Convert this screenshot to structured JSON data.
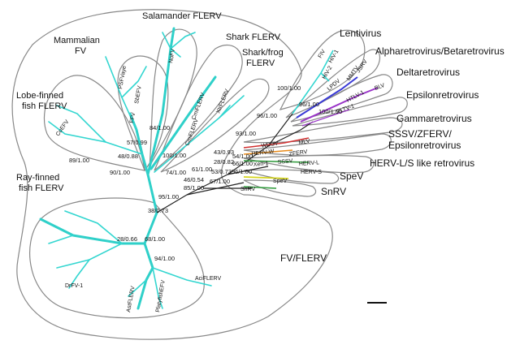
{
  "clade_labels": {
    "salamander": "Salamander FLERV",
    "mammalian_1": "Mammalian",
    "mammalian_2": "FV",
    "shark": "Shark FLERV",
    "shark_frog_1": "Shark/frog",
    "shark_frog_2": "FLERV",
    "lobe_1": "Lobe-finned",
    "lobe_2": "fish FLERV",
    "ray_1": "Ray-finned",
    "ray_2": "fish FLERV",
    "fv_flerv": "FV/FLERV",
    "lentivirus": "Lentivirus",
    "alpharetro": "Alpharetrovirus/Betaretrovirus",
    "deltaretro": "Deltaretrovirus",
    "epsilonretro": "Epsilonretrovirus",
    "gammaretro": "Gammaretrovirus",
    "sssv_1": "SSSV/ZFERV/",
    "sssv_2": "Epsilonretrovirus",
    "herv_ls": "HERV-L/S like retrovirus",
    "spev": "SpeV",
    "snrv": "SnRV"
  },
  "bootstrap": {
    "b84": "84/1.00",
    "b57": "57/0.99",
    "b48": "48/0.88",
    "b89": "89/1.00",
    "b90": "90/1.00",
    "b100a": "100/1.00",
    "b74": "74/1.00",
    "b38": "38/0.73",
    "b95": "95/1.00",
    "b28a": "28/0.66",
    "b68": "68/1.00",
    "b94": "94/1.00",
    "b100b": "100/1.00",
    "b96a": "96/1.00",
    "b96b": "96/1.00",
    "b100c": "100/1.00",
    "b93": "93/1.00",
    "b43": "43/0.93",
    "b28b": "28/0.82",
    "b61": "61/1.00",
    "b53": "53/0.73",
    "b46": "46/0.54",
    "b85": "85/1.00",
    "b67": "67/1.00",
    "b96c": "96/1.00",
    "b54": "54/1.00",
    "b66": "66/1.00"
  },
  "leaves": {
    "nofv": "NoFV",
    "psfv": "PSFVaye",
    "sbefv": "SbEFV",
    "ffv": "FFV",
    "coefv": "CoEFV",
    "cmifv": "CmiFLERV",
    "xtrflerv": "XtrFLERV",
    "cmi2": "CmiFLERV",
    "drfv": "DrFV-1",
    "aci": "AciFLERV",
    "astflerv": "AstFLERV",
    "platyfish": "PlatyfishEFV",
    "fiv": "FIV",
    "hiv1": "HIV-1",
    "hiv2": "HIV-2",
    "mmtv": "MMTV",
    "jsrv": "JSRV",
    "lpdv": "LPDV",
    "htlv": "HTLV-1",
    "blv": "BLV",
    "pltv": "PLTV-1",
    "wdsv": "WDSV",
    "mlv": "MLV",
    "hervw": "HERV-W",
    "zferv": "ZFERV",
    "sssv": "SSSV",
    "xen": "Xen-1",
    "hervl": "HERV-L",
    "hervs": "HERV-S",
    "spev_leaf": "SpeV",
    "snrv_leaf": "SnRV"
  },
  "colors": {
    "flerv_branch": "#33d6d0",
    "backbone": "#222222",
    "hull": "#888888",
    "lenti": "#33d6d0",
    "alpha": "#3a3ad6",
    "delta": "#9a35c8",
    "gamma": "#d23030",
    "sssv": "#e88a1a",
    "herv": "#2e9a3a",
    "spev": "#d6d61f"
  }
}
